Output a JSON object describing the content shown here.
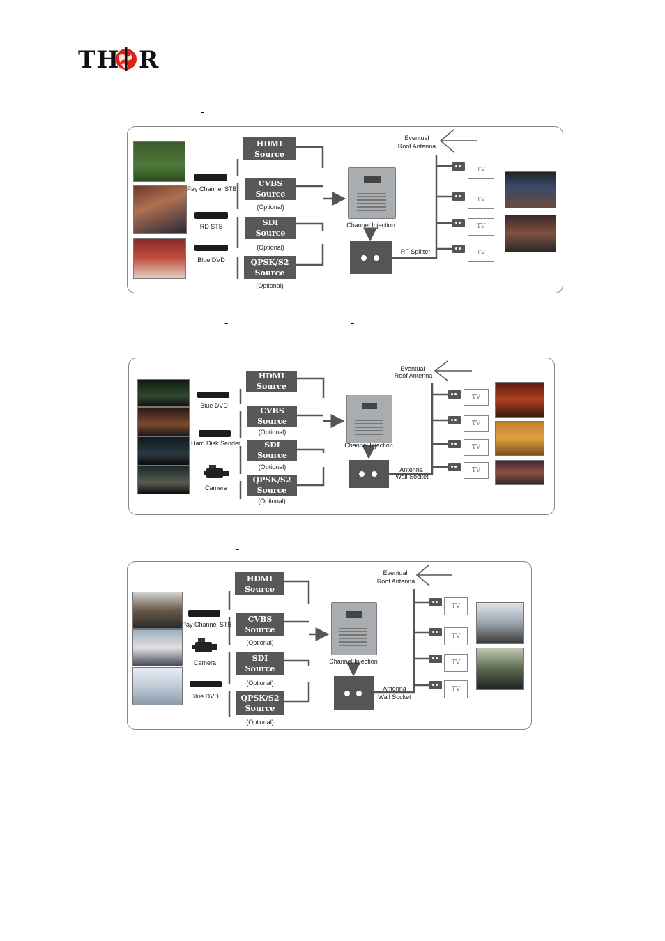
{
  "logo": {
    "text_left": "TH",
    "text_right": "R"
  },
  "dashes": [
    "-",
    "-",
    "-",
    "-"
  ],
  "diagram1": {
    "sources": [
      {
        "line1": "HDMI",
        "line2": "Source",
        "optional": ""
      },
      {
        "line1": "CVBS",
        "line2": "Source",
        "optional": "(Optional)"
      },
      {
        "line1": "SDI",
        "line2": "Source",
        "optional": "(Optional)"
      },
      {
        "line1": "QPSK/S2",
        "line2": "Source",
        "optional": "(Optional)"
      }
    ],
    "device_labels": [
      "Pay Channel STB",
      "IRD STB",
      "Blue DVD"
    ],
    "antenna_line1": "Eventual",
    "antenna_line2": "Roof Antenna",
    "injection_label": "Channel Injection",
    "splitter_label": "RF Splitter",
    "tv_label": "TV"
  },
  "diagram2": {
    "sources": [
      {
        "line1": "HDMI",
        "line2": "Source",
        "optional": ""
      },
      {
        "line1": "CVBS",
        "line2": "Source",
        "optional": "(Optional)"
      },
      {
        "line1": "SDI",
        "line2": "Source",
        "optional": "(Optional)"
      },
      {
        "line1": "QPSK/S2",
        "line2": "Source",
        "optional": "(Optional)"
      }
    ],
    "device_labels": [
      "Blue DVD",
      "Hard Disk Sender",
      "Camera"
    ],
    "antenna_line1": "Eventual",
    "antenna_line2": "Roof Antenna",
    "injection_label": "Channel Injection",
    "socket_line1": "Antenna",
    "socket_line2": "Wall Socket",
    "tv_label": "TV"
  },
  "diagram3": {
    "sources": [
      {
        "line1": "HDMI",
        "line2": "Source",
        "optional": ""
      },
      {
        "line1": "CVBS",
        "line2": "Source",
        "optional": "(Optional)"
      },
      {
        "line1": "SDI",
        "line2": "Source",
        "optional": "(Optional)"
      },
      {
        "line1": "QPSK/S2",
        "line2": "Source",
        "optional": "(Optional)"
      }
    ],
    "device_labels": [
      "Pay Channel STB",
      "Camera",
      "Blue DVD"
    ],
    "antenna_line1": "Eventual",
    "antenna_line2": "Roof Antenna",
    "injection_label": "Channel Injection",
    "socket_line1": "Antenna",
    "socket_line2": "Wall Socket",
    "tv_label": "TV"
  },
  "colors": {
    "source_box": "#58585a",
    "panel_border": "#888888",
    "logo_red": "#d9261c"
  }
}
